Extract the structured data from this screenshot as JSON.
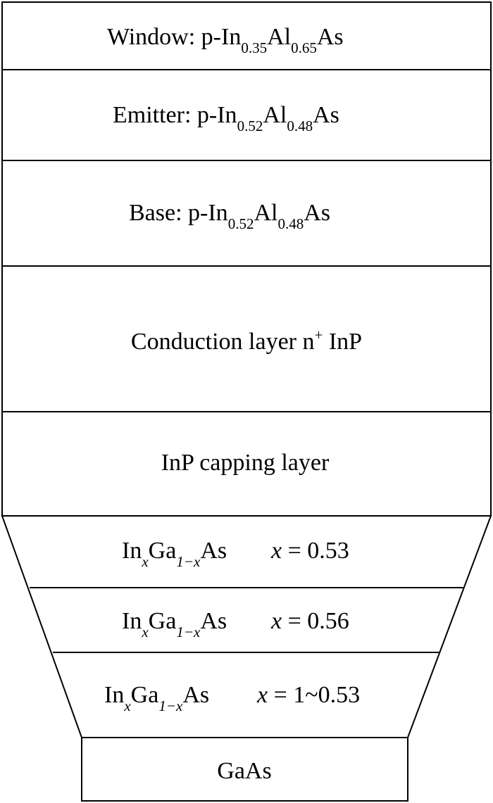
{
  "diagram": {
    "layers": [
      {
        "id": "window",
        "prefix": "Window: p-In",
        "sub1": "0.35",
        "mid": "Al",
        "sub2": "0.65",
        "suffix": "As"
      },
      {
        "id": "emitter",
        "prefix": "Emitter: p-In",
        "sub1": "0.52",
        "mid": "Al",
        "sub2": "0.48",
        "suffix": "As"
      },
      {
        "id": "base",
        "prefix": "Base: p-In",
        "sub1": "0.52",
        "mid": "Al",
        "sub2": "0.48",
        "suffix": "As"
      },
      {
        "id": "conduction",
        "text": "Conduction layer n",
        "sup": "+",
        "suffix": " InP"
      },
      {
        "id": "capping",
        "text": "InP capping layer"
      },
      {
        "id": "ingaas-1",
        "in": "In",
        "x": "x",
        "ga": "Ga",
        "sub": "1−x",
        "as": "As",
        "xvar": "x",
        "value": " = 0.53"
      },
      {
        "id": "ingaas-2",
        "in": "In",
        "x": "x",
        "ga": "Ga",
        "sub": "1−x",
        "as": "As",
        "xvar": "x",
        "value": " = 0.56"
      },
      {
        "id": "ingaas-3",
        "in": "In",
        "x": "x",
        "ga": "Ga",
        "sub": "1−x",
        "as": "As",
        "xvar": "x",
        "value": " = 1~0.53"
      },
      {
        "id": "substrate",
        "text": "GaAs"
      }
    ]
  }
}
